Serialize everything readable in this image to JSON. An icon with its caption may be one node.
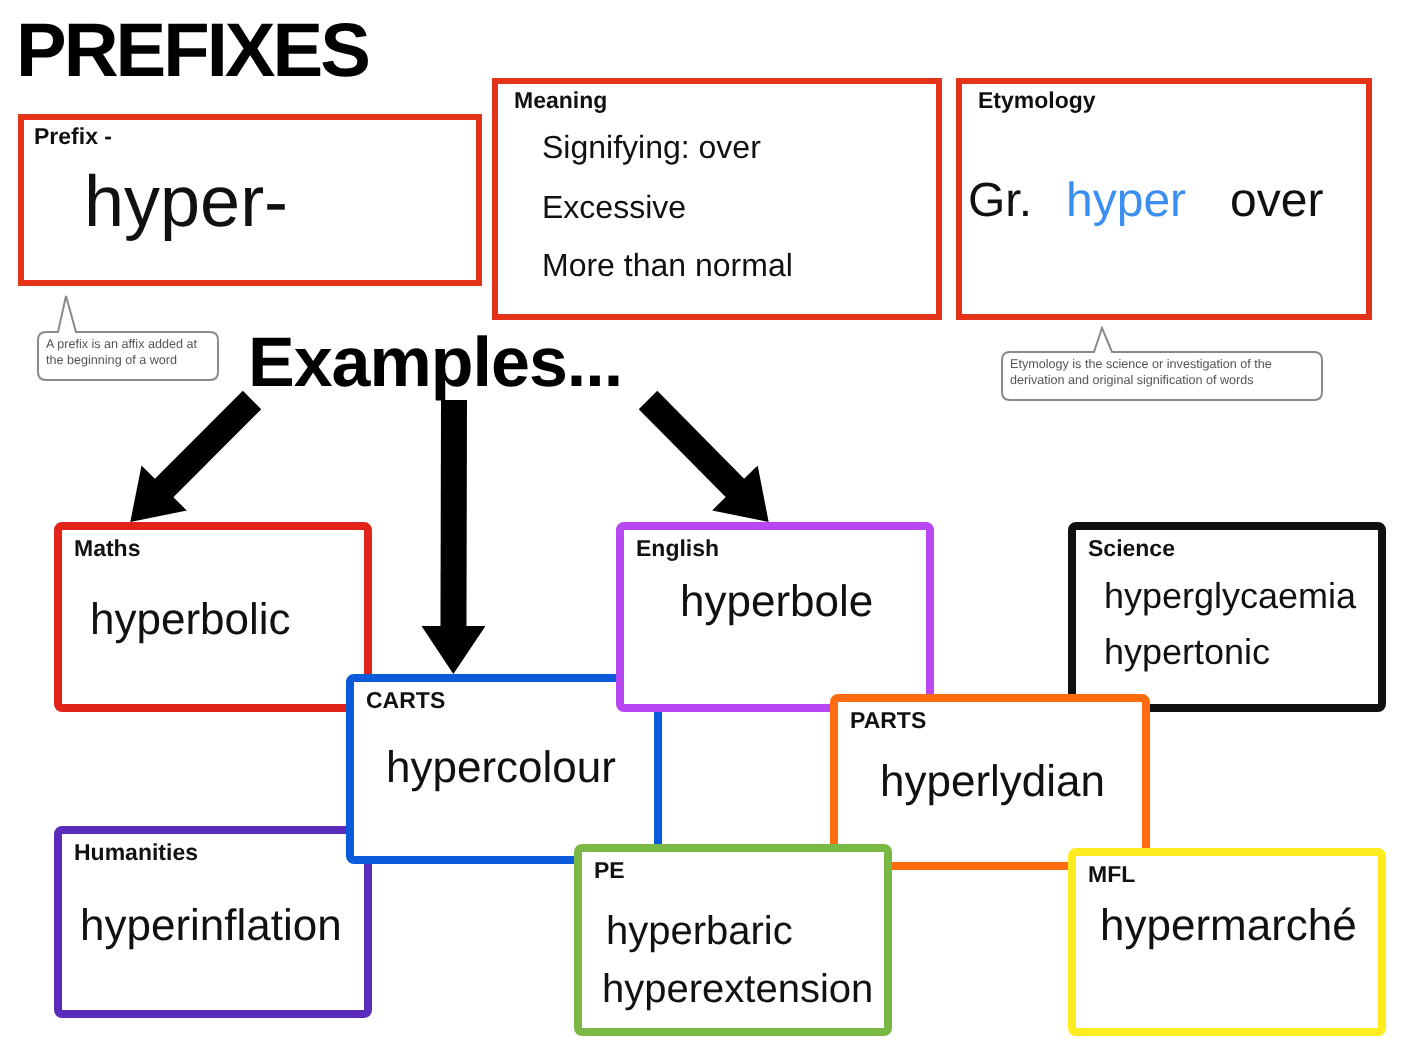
{
  "diagram": {
    "title": "PREFIXES",
    "nodes": [
      {
        "text": [
          "Prefix -",
          "hyper-"
        ]
      },
      {
        "text": [
          "A prefix is an affix added at the beginning of a word"
        ]
      },
      {
        "text": [
          "Meaning",
          "Signifying: over",
          "Excessive",
          "More than normal"
        ]
      },
      {
        "text": [
          "Etymology",
          "Gr.",
          "hyper",
          "over"
        ]
      },
      {
        "text": [
          "Etymology is the science or investigation of the derivation and original signification of words"
        ]
      },
      {
        "text": [
          "Examples..."
        ]
      },
      {
        "text": [
          "Maths",
          "hyperbolic"
        ]
      },
      {
        "text": [
          "English",
          "hyperbole"
        ]
      },
      {
        "text": [
          "Science",
          "hyperglycaemia",
          "hypertonic"
        ]
      },
      {
        "text": [
          "CARTS",
          "hypercolour"
        ]
      },
      {
        "text": [
          "PARTS",
          "hyperlydian"
        ]
      },
      {
        "text": [
          "Humanities",
          "hyperinflation"
        ]
      },
      {
        "text": [
          "PE",
          "hyperbaric",
          "hyperextension"
        ]
      },
      {
        "text": [
          "MFL",
          "hypermarché"
        ]
      }
    ],
    "edges": [
      {
        "from": 5,
        "to": 6,
        "arrow": "to"
      },
      {
        "from": 5,
        "to": 9,
        "arrow": "to"
      },
      {
        "from": 5,
        "to": 7,
        "arrow": "to"
      }
    ]
  }
}
